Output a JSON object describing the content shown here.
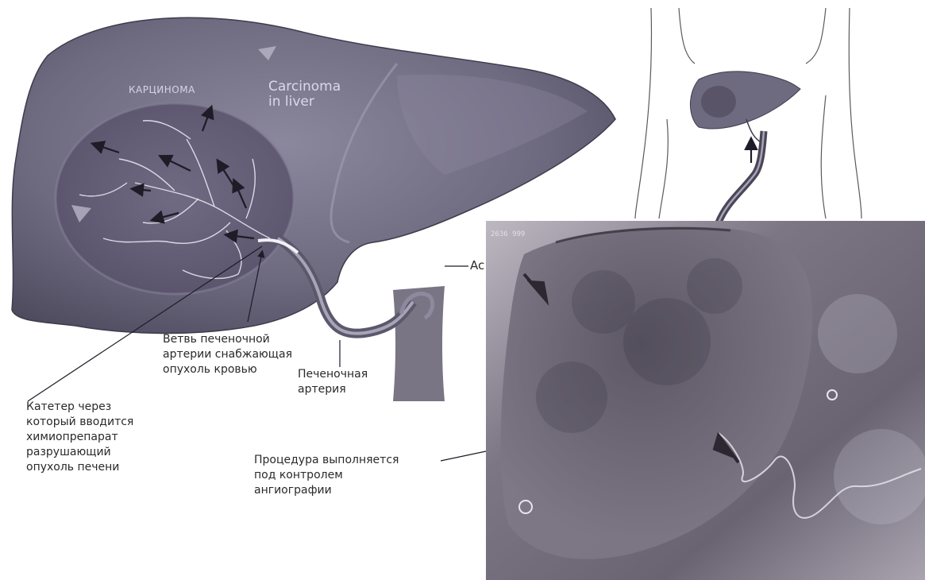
{
  "labels": {
    "carcinoma_ru": "КАРЦИНОМА",
    "carcinoma_en": "Carcinoma\nin liver",
    "branch_artery": "Ветвь печеночной\nартерии снабжающая\nопухоль кровью",
    "hepatic_artery": "Печеночная\nартерия",
    "catheter": "Катетер через\nкоторый вводится\nхимиопрепарат\nразрушающий\nопухоль печени",
    "procedure": "Процедура выполняется\nпод контролем\nангиографии",
    "aorta_partial": "Ac",
    "xray_stamp": "2636 999"
  },
  "colors": {
    "liver": "#6f6b82",
    "liver_dark": "#4f4b60",
    "tumor": "#5c5670",
    "vessel": "#e9e6f2",
    "xray_bg": "#8a8490",
    "xray_dark": "#4e4a56"
  },
  "icons": [
    "arrow-icon",
    "catheter-icon",
    "body-outline-icon"
  ]
}
